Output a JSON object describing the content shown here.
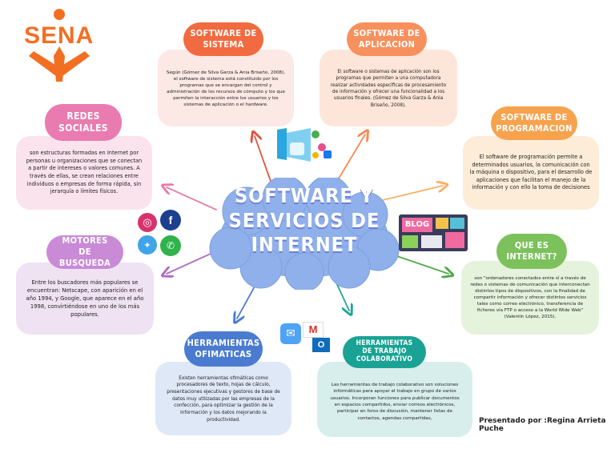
{
  "logo": {
    "text": "SENA"
  },
  "center": {
    "line1": "SOFTWARE Y",
    "line2": "SERVICIOS DE",
    "line3": "INTERNET"
  },
  "nodes": {
    "software_sistema": {
      "title": "SOFTWARE DE SISTEMA",
      "text": "Según (Gómez de Silva Garza & Ania Briseño, 2008), el software de sistema está constituido por los programas que se encargan del control y administración de los recursos de cómputo y los que permiten la interacción entre los usuarios y los sistemas de aplicación o el hardware."
    },
    "software_aplicacion": {
      "title": "SOFTWARE DE APLICACION",
      "text": "El software o sistemas de aplicación son los programas que permiten a una computadora realizar actividades específicas de procesamiento de información y ofrecer una funcionalidad a los usuarios finales. (Gómez de Silva Garza & Ania Briseño, 2008)."
    },
    "redes_sociales": {
      "title": "REDES SOCIALES",
      "text": "son estructuras formadas en Internet por personas u organizaciones que se conectan a partir de intereses o valores comunes. A través de ellas, se crean relaciones entre individuos o empresas de forma rápida, sin jerarquía o límites físicos."
    },
    "software_programacion": {
      "title": "SOFTWARE DE PROGRAMACION",
      "text": "El software de programación permite a determinados usuarios, la comunicación con la máquina o dispositivo, para el desarrollo de aplicaciones que facilitan el manejo de la información y con ello la toma de decisiones"
    },
    "motores_busqueda": {
      "title": "MOTORES DE BUSQUEDA",
      "text": "Entre los buscadores más populares se encuentran: Netscape, con aparición en el año 1994, y Google, que aparece en el año 1998, convirtiéndose en uno de los más populares."
    },
    "que_es_internet": {
      "title": "QUE ES INTERNET?",
      "text": "son \"ordenadores conectados entre sí a través de redes o sistemas de comunicación que interconectan distintos tipos de dispositivos, con la finalidad de compartir información y ofrecer distintos servicios tales como correo electrónico, transferencia de ficheros vía FTP o acceso a la World Wide Web\" (Valentín López, 2015)."
    },
    "herramientas_ofimaticas": {
      "title": "HERRAMIENTAS OFIMATICAS",
      "text": "Existen herramientas ofimáticas como procesadores de texto, hojas de cálculo, presentaciones ejecutivas y gestores de base de datos muy utilizadas por las empresas de la confección, para optimizar la gestión de la información y los datos mejorando la productividad."
    },
    "herramientas_trabajo": {
      "title": "HERRAMIENTAS DE TRABAJO COLABORATIVO",
      "text": "Las herramientas de trabajo colaborativo son soluciones informáticas para apoyar el trabajo en grupo de varios usuarios. Incorporan funciones para publicar documentos en espacios compartidos, enviar correos electrónicos, participar en foros de discusión, mantener listas de contactos, agendas compartidas,"
    }
  },
  "credit": "Presentado por  :Regina Arrieta Puche",
  "icons": {
    "blog_sign": "BLOG"
  },
  "colors": {
    "orange": "#f46a3c",
    "pink": "#e979ae",
    "light_orange": "#f7a14f",
    "purple": "#c889d6",
    "green": "#7cc15b",
    "teal": "#1aa395",
    "cloud": "#8fb0ea",
    "logo": "#f26f22"
  }
}
